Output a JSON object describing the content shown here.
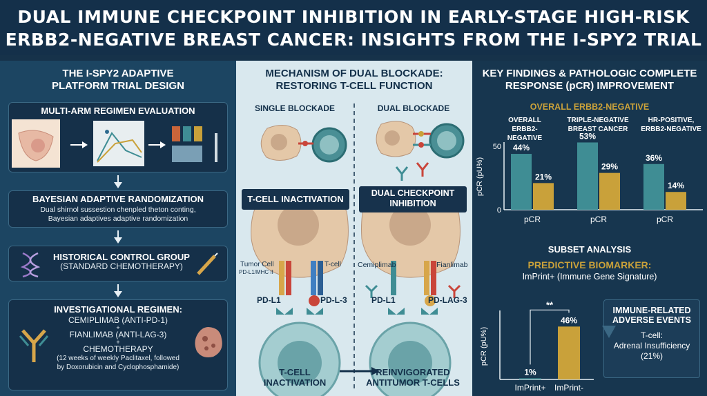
{
  "title": {
    "line1": "DUAL IMMUNE CHECKPOINT INHIBITION IN EARLY-STAGE HIGH-RISK",
    "line2": "ERBB2-NEGATIVE BREAST CANCER: INSIGHTS FROM THE I-SPY2 TRIAL"
  },
  "left": {
    "heading_line1": "THE I-SPY2 ADAPTIVE",
    "heading_line2": "PLATFORM TRIAL DESIGN",
    "box1": {
      "title": "MULTI-ARM REGIMEN EVALUATION"
    },
    "box2": {
      "title": "BAYESIAN ADAPTIVE RANDOMIZATION",
      "line1": "Dual shirnol sussestion chenpled theton conting,",
      "line2": "Bayesian adaptives adaptive randomization"
    },
    "box3": {
      "title": "HISTORICAL CONTROL GROUP",
      "subtitle": "(STANDARD CHEMOTHERAPY)"
    },
    "box4": {
      "title": "INVESTIGATIONAL REGIMEN:",
      "drug1": "CEMIPLIMAB (ANTI-PD-1)",
      "plus": "+",
      "drug2": "FIANLIMAB (ANTI-LAG-3)",
      "drug3": "CHEMOTHERAPY",
      "note1": "(12 weeks of weekly Paclitaxel, followed",
      "note2": "by Doxorubicin and Cyclophosphamide)"
    }
  },
  "middle": {
    "heading_line1": "MECHANISM OF DUAL BLOCKADE:",
    "heading_line2": "RESTORING T-CELL FUNCTION",
    "single_label": "SINGLE BLOCKADE",
    "dual_label": "DUAL BLOCKADE",
    "inactivation_box": "T-CELL INACTIVATION",
    "dual_box_line1": "DUAL CHECKPOINT",
    "dual_box_line2": "INHIBITION",
    "tumor_cell_label": "Tumor Cell",
    "tumor_cell_sub": "PD-L1/MHC II",
    "tcell_label": "T-cell",
    "pdl1_left": "PD-L1",
    "pdl3": "PD-L-3",
    "cemiplimab": "Cemiplimab",
    "fianlimab": "Fianlimab",
    "pdl1_right": "PD-L1",
    "pdlag3": "PD-LAG-3",
    "bottom_left_line1": "T-CELL",
    "bottom_left_line2": "INACTIVATION",
    "bottom_right_line1": "REINVIGORATED",
    "bottom_right_line2": "ANTITUMOR T-CELLS"
  },
  "right": {
    "heading_line1": "KEY FINDINGS & PATHOLOGIC COMPLETE",
    "heading_line2": "RESPONSE (pCR) IMPROVEMENT",
    "subheading": "OVERALL ERBB2-NEGATIVE",
    "groups": [
      {
        "line1": "OVERALL",
        "line2": "ERBB2-NEGATIVE"
      },
      {
        "line1": "TRIPLE-NEGATIVE",
        "line2": "BREAST CANCER"
      },
      {
        "line1": "HR-POSITIVE,",
        "line2": "ERBB2-NEGATIVE"
      }
    ],
    "subset_heading": "SUBSET ANALYSIS",
    "predictive_heading": "PREDICTIVE BIOMARKER:",
    "predictive_sub": "ImPrint+ (Immune Gene Signature)",
    "significance": "**",
    "adverse_title_line1": "IMMUNE-RELATED",
    "adverse_title_line2": "ADVERSE EVENTS",
    "adverse_line1": "T-cell:",
    "adverse_line2": "Adrenal Insufficiency",
    "adverse_line3": "(21%)"
  },
  "colors": {
    "teal": "#3f8d94",
    "gold": "#c9a13a",
    "navy": "#14304a"
  },
  "chart_data": [
    {
      "type": "bar",
      "categories": [
        "pCR",
        "pCR",
        "pCR"
      ],
      "series": [
        {
          "values": [
            44,
            53,
            36
          ]
        },
        {
          "values": [
            21,
            29,
            14
          ]
        }
      ],
      "value_labels": [
        [
          "44%",
          "53%",
          "36%"
        ],
        [
          "21%",
          "29%",
          "14%"
        ]
      ],
      "ylabel": "pCR (pU%)",
      "ylim": [
        0,
        50
      ],
      "yticks": [
        "50",
        "0"
      ]
    },
    {
      "type": "bar",
      "categories": [
        "ImPrint+",
        "ImPrint-"
      ],
      "values": [
        1,
        46
      ],
      "value_labels": [
        "1%",
        "46%"
      ],
      "ylabel": "pCR (pU%)",
      "ylim": [
        0,
        60
      ]
    }
  ]
}
